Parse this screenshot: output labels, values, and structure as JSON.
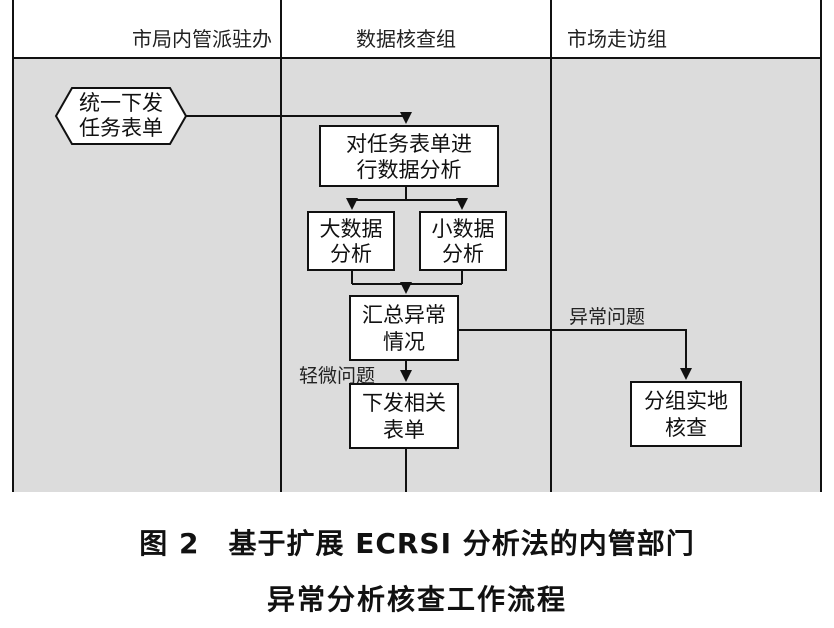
{
  "lanes": [
    {
      "id": "bureau",
      "label": "市局内管派驻办"
    },
    {
      "id": "data",
      "label": "数据核查组"
    },
    {
      "id": "market",
      "label": "市场走访组"
    }
  ],
  "nodes": [
    {
      "id": "issue",
      "shape": "hexagon",
      "lines": [
        "统一下发",
        "任务表单"
      ]
    },
    {
      "id": "analyze",
      "shape": "box",
      "lines": [
        "对任务表单进",
        "行数据分析"
      ]
    },
    {
      "id": "big",
      "shape": "box",
      "lines": [
        "大数据",
        "分析"
      ]
    },
    {
      "id": "small",
      "shape": "box",
      "lines": [
        "小数据",
        "分析"
      ]
    },
    {
      "id": "summary",
      "shape": "box",
      "lines": [
        "汇总异常",
        "情况"
      ]
    },
    {
      "id": "dispatch",
      "shape": "box",
      "lines": [
        "下发相关",
        "表单"
      ]
    },
    {
      "id": "visit",
      "shape": "box",
      "lines": [
        "分组实地",
        "核查"
      ]
    }
  ],
  "edge_labels": {
    "abnormal": "异常问题",
    "minor": "轻微问题"
  },
  "caption": {
    "line1": "图 2　基于扩展 ECRSI 分析法的内管部门",
    "line2": "异常分析核查工作流程"
  },
  "colors": {
    "lane_body": "#dcdcdc",
    "header_bg": "#ffffff",
    "node_fill": "#ffffff",
    "stroke": "#111111"
  }
}
